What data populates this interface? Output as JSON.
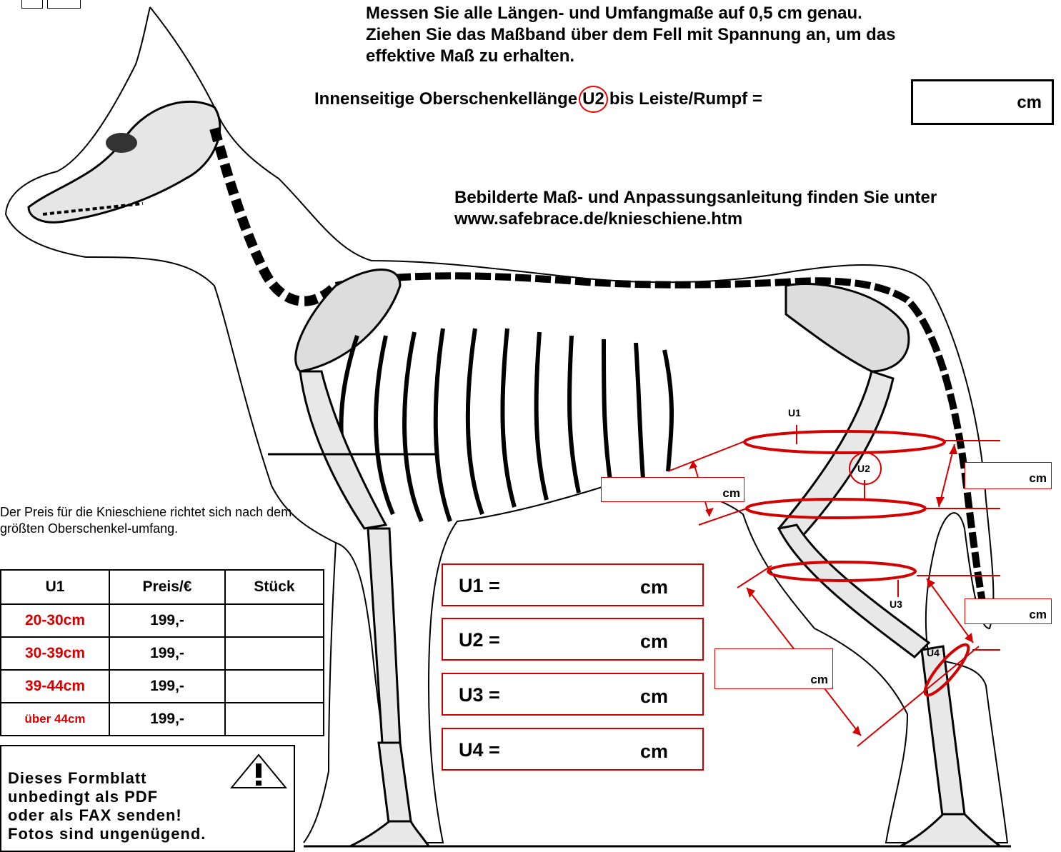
{
  "instructions": [
    "Messen Sie alle Längen- und Umfangmaße auf 0,5 cm genau.",
    "Ziehen Sie das Maßband über dem Fell mit Spannung an, um das",
    "effektive Maß zu erhalten."
  ],
  "inner_length": {
    "prefix": "Innenseitige Oberschenkellänge",
    "circle_label": "U2",
    "suffix": "bis Leiste/Rumpf =",
    "unit": "cm"
  },
  "guide": {
    "line1": "Bebilderte Maß- und Anpassungsanleitung finden Sie unter",
    "line2": "www.safebrace.de/knieschiene.htm"
  },
  "price_note": "Der Preis für die Knieschiene richtet sich nach dem größten Oberschenkel-umfang.",
  "price_table": {
    "headers": [
      "U1",
      "Preis/€",
      "Stück"
    ],
    "rows": [
      {
        "range": "20-30cm",
        "price": "199,-"
      },
      {
        "range": "30-39cm",
        "price": "199,-"
      },
      {
        "range": "39-44cm",
        "price": "199,-"
      },
      {
        "range": "über 44cm",
        "price": "199,-"
      }
    ]
  },
  "warning": {
    "lines": [
      "Dieses Formblatt",
      "unbedingt als PDF",
      "oder als FAX senden!",
      "Fotos sind ungenügend."
    ],
    "icon": "warning-triangle-icon"
  },
  "measure_boxes": [
    {
      "label": "U1 =",
      "unit": "cm"
    },
    {
      "label": "U2 =",
      "unit": "cm"
    },
    {
      "label": "U3 =",
      "unit": "cm"
    },
    {
      "label": "U4 =",
      "unit": "cm"
    }
  ],
  "diagram": {
    "labels": {
      "u1": "U1",
      "u2": "U2",
      "u3": "U3",
      "u4": "U4"
    },
    "unit": "cm",
    "colors": {
      "accent": "#d40000",
      "outline": "#000000"
    }
  }
}
